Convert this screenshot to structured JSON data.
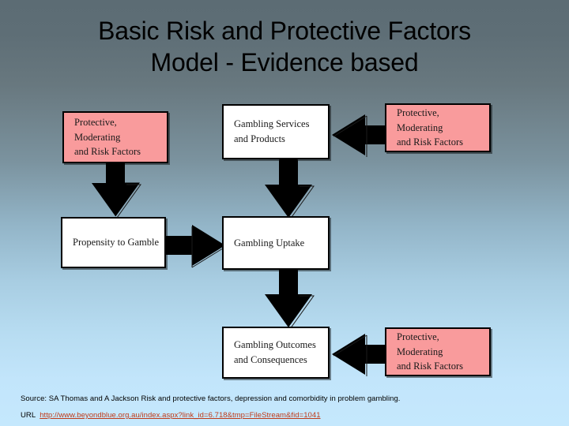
{
  "slide": {
    "title_line1": "Basic Risk and Protective Factors",
    "title_line2": "Model - Evidence based",
    "background_top_color": "#5c6c74",
    "background_bottom_color": "#c5e8fd"
  },
  "diagram": {
    "pink_color": "#f99b9c",
    "white_color": "#ffffff",
    "border_color": "#000000",
    "nodes": [
      {
        "id": "protective-factors-top-left",
        "fill": "pink",
        "line1": "Protective, Moderating",
        "line2": "and Risk Factors"
      },
      {
        "id": "gambling-services-and-products",
        "fill": "white",
        "line1": "Gambling Services",
        "line2": "and Products"
      },
      {
        "id": "protective-factors-top-right",
        "fill": "pink",
        "line1": "Protective, Moderating",
        "line2": "and Risk Factors"
      },
      {
        "id": "propensity-to-gamble",
        "fill": "white",
        "line1": "Propensity to Gamble",
        "line2": ""
      },
      {
        "id": "gambling-uptake",
        "fill": "white",
        "line1": "Gambling Uptake",
        "line2": ""
      },
      {
        "id": "gambling-outcomes-and-consequences",
        "fill": "white",
        "line1": "Gambling Outcomes",
        "line2": "and Consequences"
      },
      {
        "id": "protective-factors-bottom-right",
        "fill": "pink",
        "line1": "Protective, Moderating",
        "line2": "and Risk Factors"
      }
    ],
    "arrows": [
      {
        "id": "arrow-down-protective-to-propensity",
        "direction": "down"
      },
      {
        "id": "arrow-down-services-to-uptake",
        "direction": "down"
      },
      {
        "id": "arrow-left-protective-to-services",
        "direction": "left"
      },
      {
        "id": "arrow-right-propensity-to-uptake",
        "direction": "right"
      },
      {
        "id": "arrow-down-uptake-to-outcomes",
        "direction": "down"
      },
      {
        "id": "arrow-left-protective-to-outcomes",
        "direction": "left"
      }
    ]
  },
  "footer": {
    "source_text": "Source: SA Thomas and A Jackson Risk and protective factors, depression and comorbidity in problem gambling.",
    "url_label": "URL",
    "url_text": "http://www.beyondblue.org.au/index.aspx?link_id=6.718&tmp=FileStream&fid=1041",
    "url_color": "#c03a18"
  }
}
